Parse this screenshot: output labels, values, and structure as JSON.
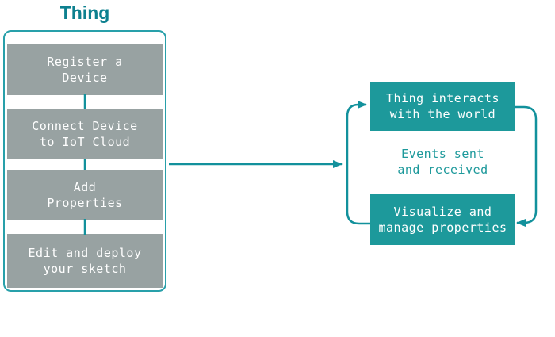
{
  "title": "Thing",
  "left_panel": {
    "steps": [
      {
        "label": "Register a\nDevice"
      },
      {
        "label": "Connect Device\nto IoT Cloud"
      },
      {
        "label": "Add\nProperties"
      },
      {
        "label": "Edit and deploy\nyour sketch"
      }
    ]
  },
  "cycle": {
    "top_box_label": "Thing interacts\nwith the world",
    "middle_label": "Events sent\nand received",
    "bottom_box_label": "Visualize and\nmanage properties"
  },
  "colors": {
    "accent_teal": "#1d999b",
    "line_teal": "#12919c",
    "title_teal": "#0d808f",
    "step_gray": "#98a2a2",
    "container_border": "#28a0aa",
    "text_on_fill": "#ffffff",
    "background": "#ffffff"
  }
}
